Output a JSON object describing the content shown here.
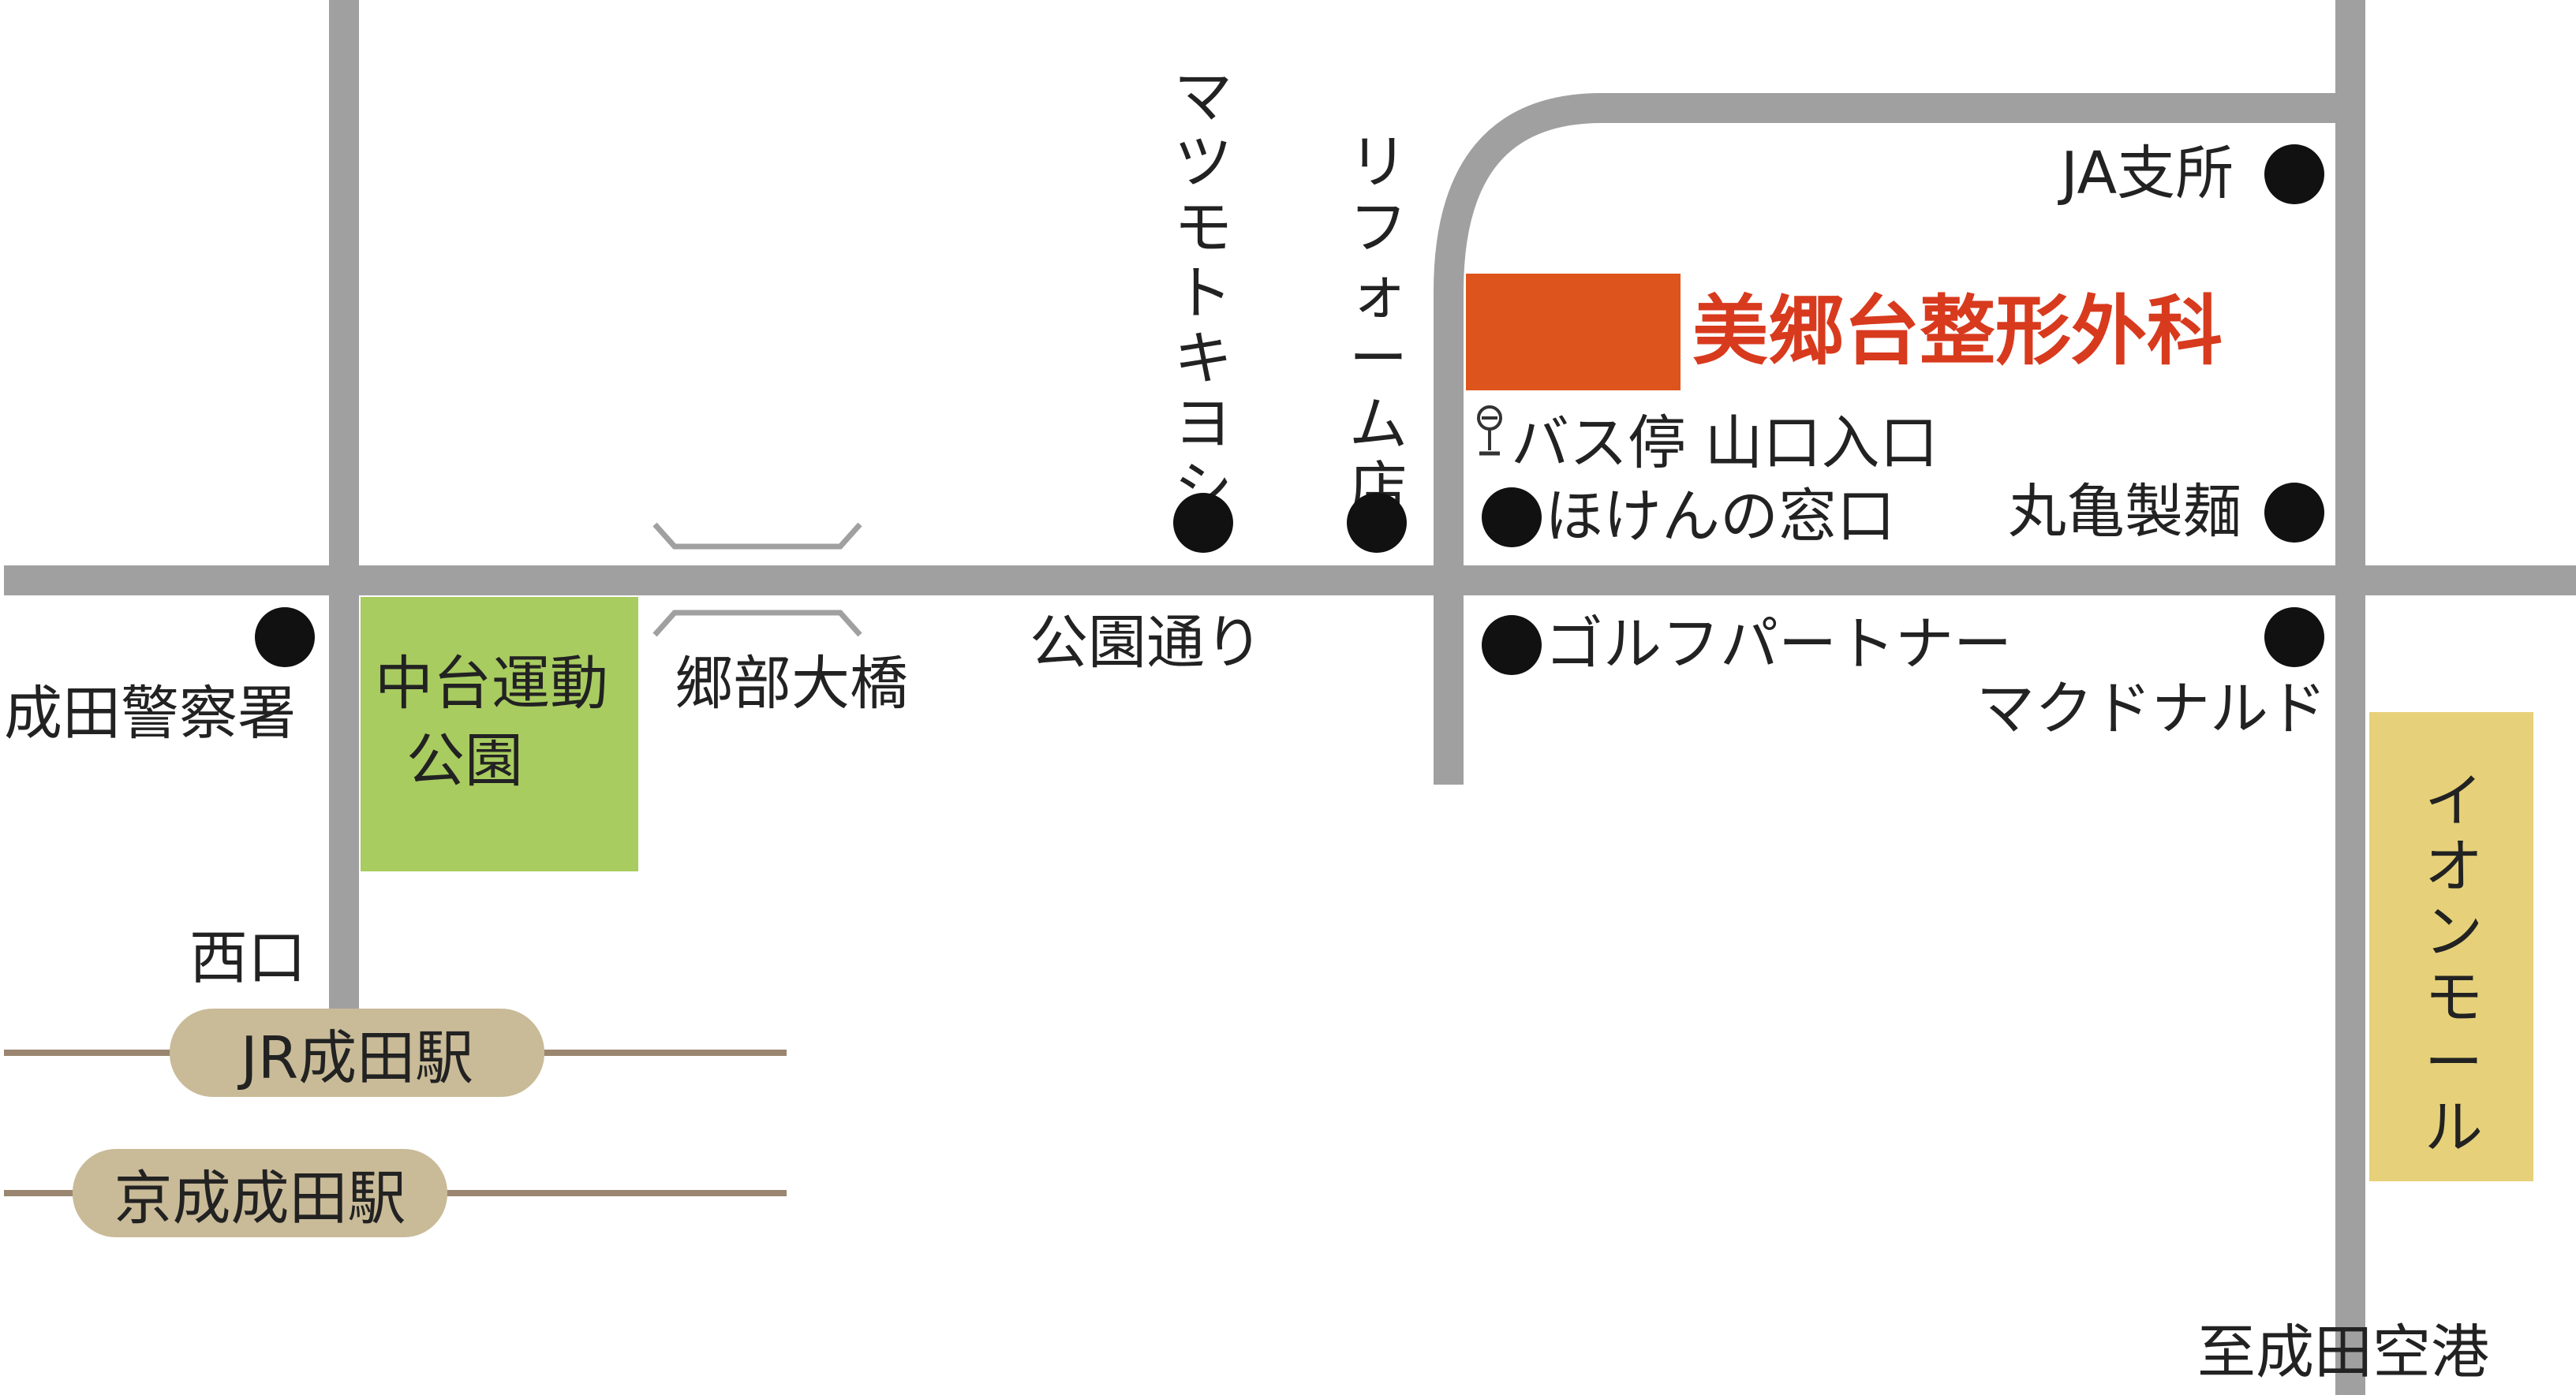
{
  "clinic": {
    "name": "美郷台整形外科",
    "marker_color": "#dd541c",
    "name_color": "#d83a1e"
  },
  "bus_stop": {
    "label": "バス停 山口入口",
    "icon": "bus-stop-icon"
  },
  "landmarks": {
    "matsumoto_kiyoshi": "マツモトキヨシ",
    "reform_shop": "リフォーム店",
    "ja_branch": "JA支所",
    "hoken_madoguchi": "ほけんの窓口",
    "marugame_seimen": "丸亀製麺",
    "golf_partner": "ゴルフパートナー",
    "mcdonalds": "マクドナルド",
    "police": "成田警察署",
    "aeon_mall": "イオンモール"
  },
  "park": {
    "label_line1": "中台運動",
    "label_line2": "公園",
    "color": "#a8cc60"
  },
  "aeon_color": "#e6d17a",
  "bridge": "郷部大橋",
  "street": "公園通り",
  "west_exit": "西口",
  "stations": {
    "jr": "JR成田駅",
    "keisei": "京成成田駅"
  },
  "to_airport": "至成田空港",
  "colors": {
    "road": "#a0a0a0",
    "rail": "#9a8670",
    "station_pill": "#c9bb98",
    "marker": "#111111"
  }
}
